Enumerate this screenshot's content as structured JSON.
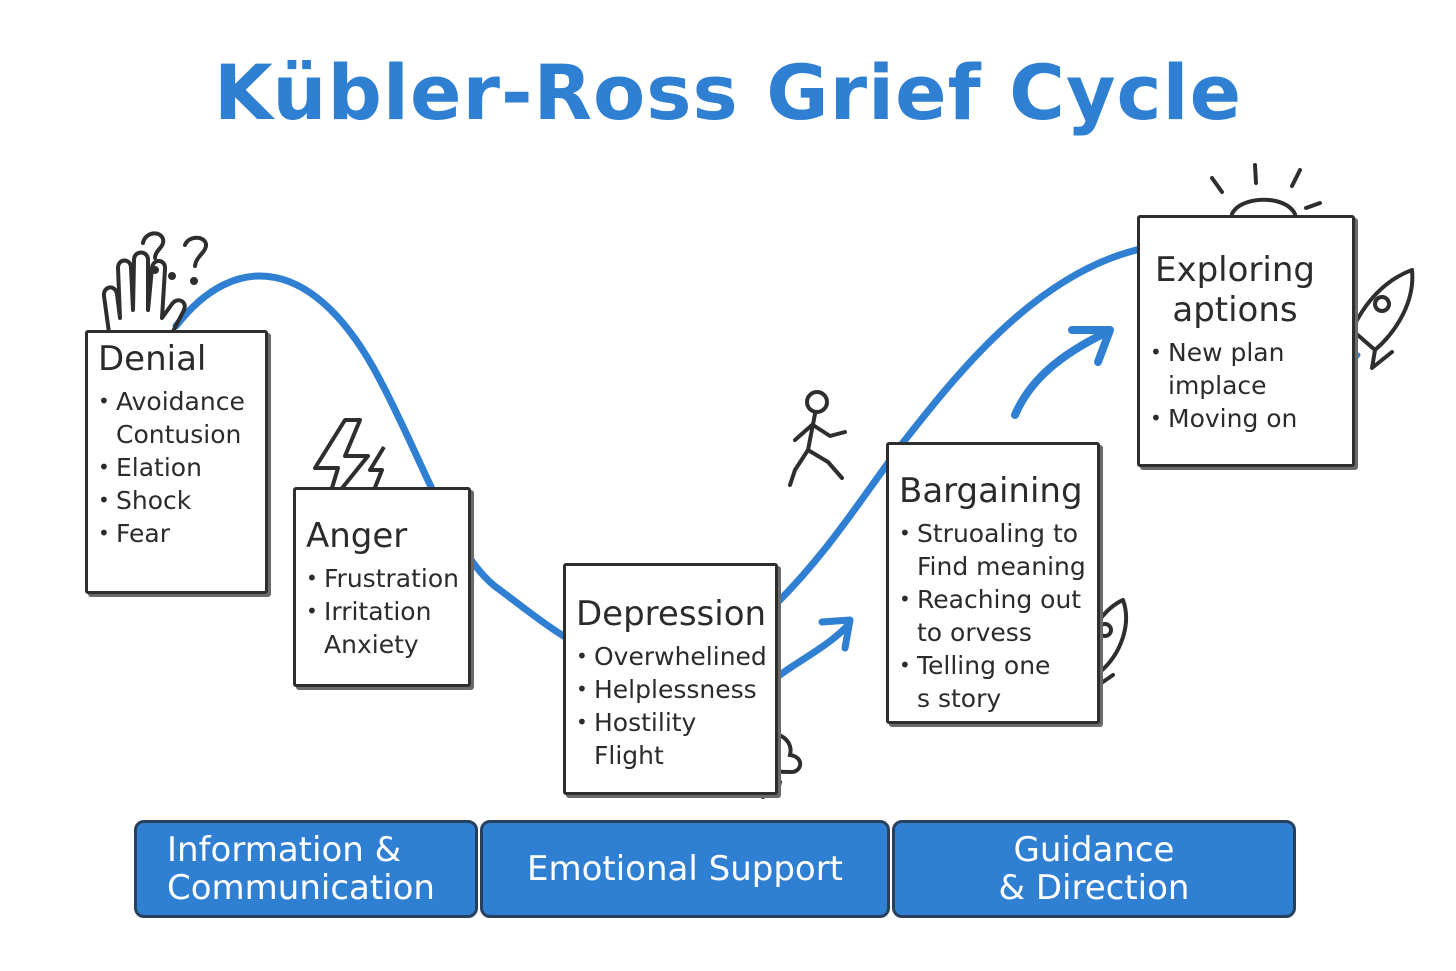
{
  "title": "Kübler-Ross Grief Cycle",
  "colors": {
    "accent": "#2f7fd3",
    "ink": "#2b2b2b",
    "bar_border": "#27405e"
  },
  "stages": [
    {
      "title": "Denial",
      "items": [
        {
          "text": "Avoidance",
          "bullet": true
        },
        {
          "text": "Contusion",
          "bullet": false
        },
        {
          "text": "Elation",
          "bullet": true
        },
        {
          "text": "Shock",
          "bullet": true
        },
        {
          "text": "Fear",
          "bullet": true
        }
      ]
    },
    {
      "title": "Anger",
      "items": [
        {
          "text": "Frustration",
          "bullet": true
        },
        {
          "text": "Irritation",
          "bullet": true
        },
        {
          "text": "Anxiety",
          "bullet": false
        }
      ]
    },
    {
      "title": "Depression",
      "items": [
        {
          "text": "Overwhelined",
          "bullet": true
        },
        {
          "text": "Helplessness",
          "bullet": true
        },
        {
          "text": "Hostility",
          "bullet": true
        },
        {
          "text": "Flight",
          "bullet": false
        }
      ]
    },
    {
      "title": "Bargaining",
      "items": [
        {
          "text": "Struoaling to",
          "bullet": true
        },
        {
          "text": "Find meaning",
          "bullet": false
        },
        {
          "text": "Reaching out",
          "bullet": true
        },
        {
          "text": "to orvess",
          "bullet": false
        },
        {
          "text": "Telling one",
          "bullet": true
        },
        {
          "text": "s story",
          "bullet": false
        }
      ]
    },
    {
      "title": "Exploring aptions",
      "items": [
        {
          "text": "New plan",
          "bullet": true
        },
        {
          "text": "implace",
          "bullet": false
        },
        {
          "text": "Moving on",
          "bullet": true
        }
      ]
    }
  ],
  "support_bars": [
    {
      "label": "Information &\nCommunication"
    },
    {
      "label": "Emotional Support"
    },
    {
      "label": "Guidance\n& Direction"
    }
  ],
  "icons": [
    "raised-hand-icon",
    "question-marks-icon",
    "lightning-icon",
    "rain-cloud-icon",
    "walking-person-icon",
    "rocket-icon",
    "sunrise-icon",
    "arrow-icon"
  ]
}
